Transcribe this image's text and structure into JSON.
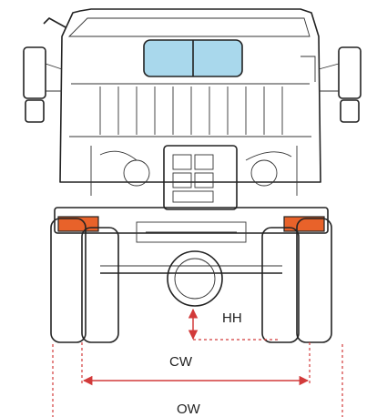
{
  "dimensions": {
    "hh_label": "HH",
    "cw_label": "CW",
    "ow_label": "OW"
  },
  "colors": {
    "dimension_line": "#d23a3a",
    "marker_light": "#e8622a",
    "window_glass": "#a9d8ec",
    "outline": "#222222"
  }
}
